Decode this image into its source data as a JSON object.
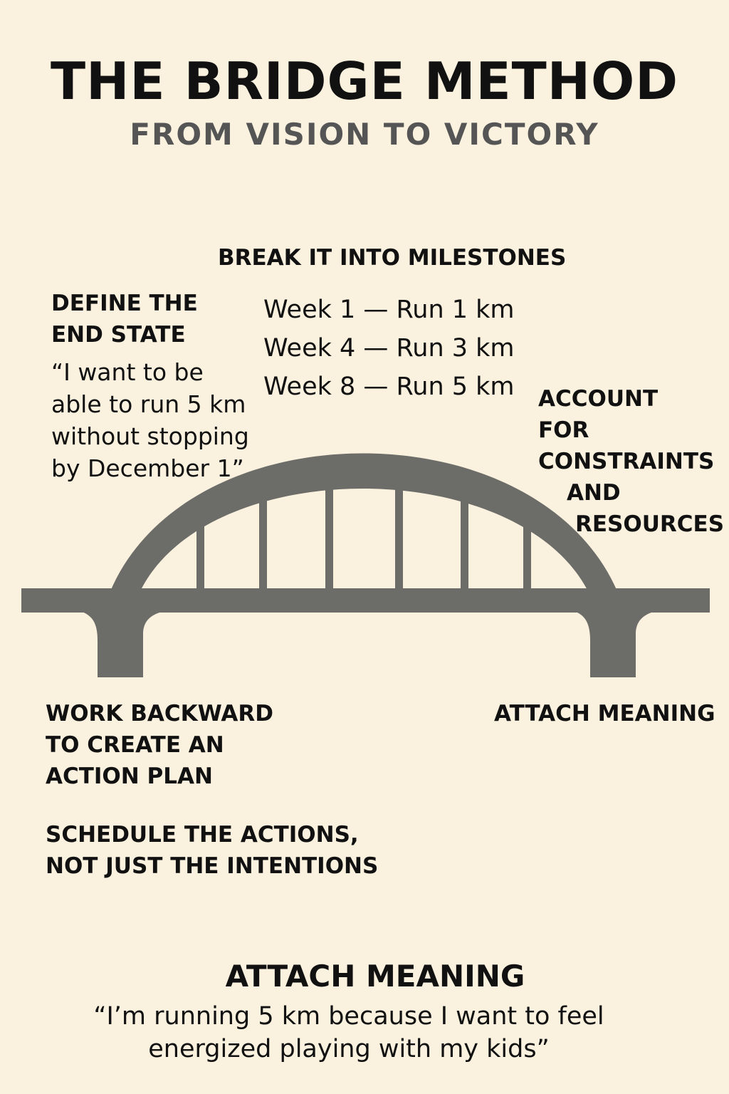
{
  "header": {
    "title": "THE BRIDGE METHOD",
    "subtitle": "FROM VISION TO VICTORY"
  },
  "define_end_state": {
    "heading_lines": [
      "DEFINE THE",
      "END STATE"
    ],
    "quote_lines": [
      "“I want to be",
      "able to run 5 km",
      "without stopping",
      "by December 1”"
    ]
  },
  "milestones": {
    "heading": "BREAK IT INTO MILESTONES",
    "items": [
      "Week 1 — Run 1 km",
      "Week 4 — Run 3 km",
      "Week 8 — Run 5 km"
    ]
  },
  "constraints": {
    "heading_lines": [
      "ACCOUNT",
      "FOR",
      "CONSTRAINTS",
      "AND",
      "RESOURCES"
    ]
  },
  "work_backward": {
    "heading_lines": [
      "WORK BACKWARD",
      "TO CREATE AN",
      "ACTION PLAN"
    ]
  },
  "attach_meaning_label": "ATTACH MEANING",
  "schedule": {
    "heading_lines": [
      "SCHEDULE THE ACTIONS,",
      "NOT JUST THE INTENTIONS"
    ]
  },
  "attach_meaning": {
    "heading": "ATTACH MEANING",
    "quote_lines": [
      "“I’m running 5 km because I want to feel",
      "energized playing with my kids”"
    ]
  },
  "colors": {
    "background": "#faf1df",
    "bridge": "#6c6c68",
    "text": "#111111",
    "subtitle": "#555555"
  }
}
